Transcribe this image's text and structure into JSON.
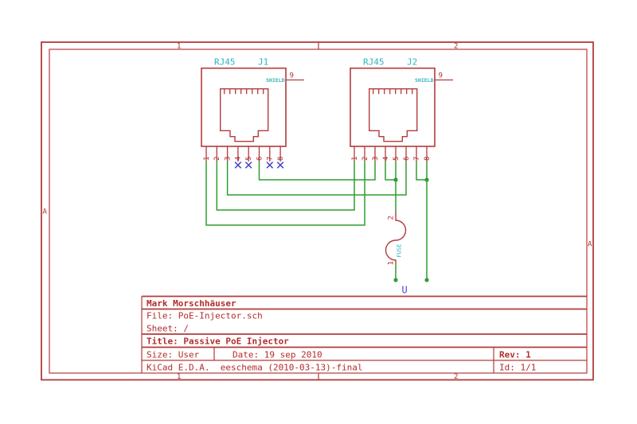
{
  "frame": {
    "top_labels": [
      "1",
      "2"
    ],
    "bottom_labels": [
      "1",
      "2"
    ],
    "left_label": "A",
    "right_label": "A"
  },
  "connectors": [
    {
      "type": "RJ45",
      "ref": "J1",
      "shield": "SHIELD",
      "shield_pin": "9",
      "pins": [
        "1",
        "2",
        "3",
        "4",
        "5",
        "6",
        "7",
        "8"
      ],
      "no_connect_pins": [
        "4",
        "5",
        "7",
        "8"
      ]
    },
    {
      "type": "RJ45",
      "ref": "J2",
      "shield": "SHIELD",
      "shield_pin": "9",
      "pins": [
        "1",
        "2",
        "3",
        "4",
        "5",
        "6",
        "7",
        "8"
      ],
      "no_connect_pins": []
    }
  ],
  "fuse": {
    "ref": "U",
    "value": "FUSE",
    "pin_top": "2",
    "pin_bottom": "1"
  },
  "connections": [
    {
      "from": "J1.1",
      "to": "J2.2"
    },
    {
      "from": "J1.2",
      "to": "J2.1"
    },
    {
      "from": "J1.3",
      "to": "J2.6"
    },
    {
      "from": "J1.6",
      "to": "J2.3"
    },
    {
      "from": "J2.4",
      "to": "J2.5"
    },
    {
      "from": "J2.5",
      "to": "FUSE.2"
    },
    {
      "from": "J2.7",
      "to": "J2.8"
    },
    {
      "from": "J2.8",
      "to": "open wire end"
    },
    {
      "from": "FUSE.1",
      "to": "open wire end"
    }
  ],
  "title_block": {
    "author": "Mark Morschhäuser",
    "file": "File: PoE-Injector.sch",
    "sheet": "Sheet: /",
    "title": "Title: Passive PoE Injector",
    "size": "Size: User",
    "date": "Date: 19 sep 2010",
    "rev": "Rev: 1",
    "generator": "KiCad E.D.A.  eeschema (2010-03-13)-final",
    "id": "Id: 1/1"
  },
  "colors": {
    "schematic-red": "#b33b3b",
    "text-red": "#b32b2b",
    "wire-green": "#2f9e2f",
    "label-cyan": "#2fb3bd",
    "noconnect-blue": "#4646d2",
    "background": "#ffffff"
  }
}
